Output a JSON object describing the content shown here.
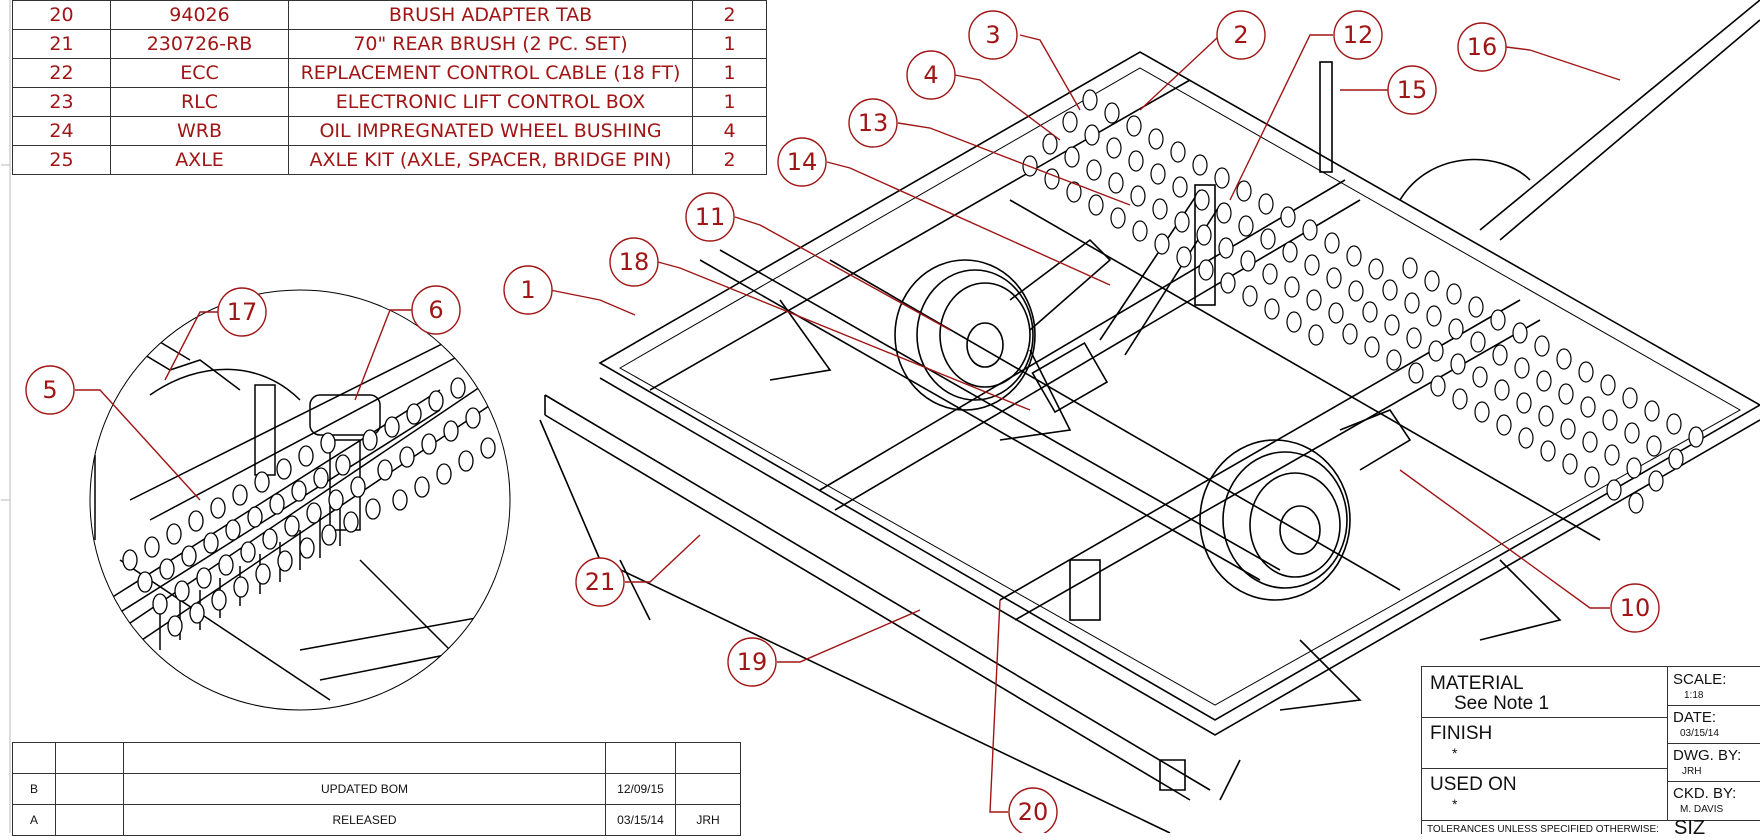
{
  "bom": {
    "rows": [
      {
        "item": "20",
        "part": "94026",
        "desc": "BRUSH ADAPTER TAB",
        "qty": "2"
      },
      {
        "item": "21",
        "part": "230726-RB",
        "desc": "70\" REAR BRUSH (2 PC. SET)",
        "qty": "1"
      },
      {
        "item": "22",
        "part": "ECC",
        "desc": "REPLACEMENT CONTROL CABLE (18 FT)",
        "qty": "1"
      },
      {
        "item": "23",
        "part": "RLC",
        "desc": "ELECTRONIC LIFT CONTROL BOX",
        "qty": "1"
      },
      {
        "item": "24",
        "part": "WRB",
        "desc": "OIL IMPREGNATED WHEEL BUSHING",
        "qty": "4"
      },
      {
        "item": "25",
        "part": "AXLE",
        "desc": "AXLE KIT (AXLE, SPACER, BRIDGE PIN)",
        "qty": "2"
      }
    ]
  },
  "revisions": [
    {
      "rev": "B",
      "zone": "",
      "desc": "UPDATED BOM",
      "date": "12/09/15",
      "by": ""
    },
    {
      "rev": "A",
      "zone": "",
      "desc": "RELEASED",
      "date": "03/15/14",
      "by": "JRH"
    }
  ],
  "title_block": {
    "material_label": "MATERIAL",
    "material_value": "See Note 1",
    "finish_label": "FINISH",
    "finish_value": "*",
    "used_on_label": "USED ON",
    "used_on_value": "*",
    "scale_label": "SCALE:",
    "scale_value": "1:18",
    "date_label": "DATE:",
    "date_value": "03/15/14",
    "dwg_by_label": "DWG. BY:",
    "dwg_by_value": "JRH",
    "ckd_by_label": "CKD. BY:",
    "ckd_by_value": "M. DAVIS",
    "tolerances": "TOLERANCES UNLESS SPECIFIED OTHERWISE:",
    "size_label": "SIZ"
  },
  "callouts": [
    "1",
    "2",
    "3",
    "4",
    "5",
    "6",
    "10",
    "11",
    "12",
    "13",
    "14",
    "15",
    "16",
    "17",
    "18",
    "19",
    "20",
    "21"
  ]
}
